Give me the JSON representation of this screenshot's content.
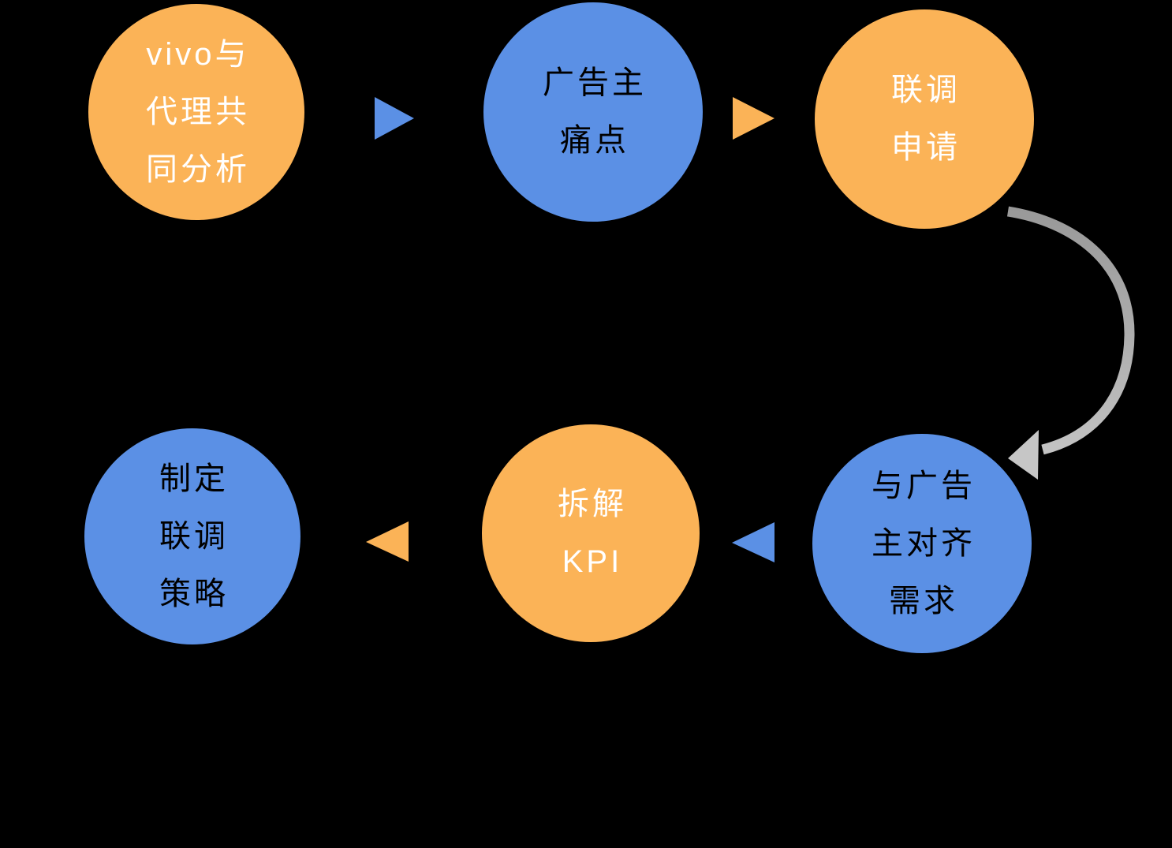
{
  "page": {
    "background": "#000000",
    "description": "vivo joint-tuning workflow diagram"
  },
  "colors": {
    "orange": "#FBB357",
    "blue": "#5B90E5",
    "text_on_orange": "#FFFFFF",
    "text_on_blue": "#000000",
    "arc_gradient_start": "#979797",
    "arc_gradient_end": "#C6C6C6",
    "arrowhead_gray": "#C6C6C6"
  },
  "diagram": {
    "nodes": [
      {
        "id": "vivo-agency-joint-analysis",
        "color": "orange",
        "lines": [
          "vivo与",
          "代理共",
          "同分析"
        ]
      },
      {
        "id": "advertiser-pain-points",
        "color": "blue",
        "lines": [
          "广告主",
          "痛点"
        ]
      },
      {
        "id": "joint-tuning-application",
        "color": "orange",
        "lines": [
          "联调",
          "申请"
        ]
      },
      {
        "id": "align-needs-with-advertiser",
        "color": "blue",
        "lines": [
          "与广告",
          "主对齐",
          "需求"
        ]
      },
      {
        "id": "decompose-kpi",
        "color": "orange",
        "lines": [
          "拆解",
          "KPI"
        ]
      },
      {
        "id": "formulate-joint-tuning-strategy",
        "color": "blue",
        "lines": [
          "制定",
          "联调",
          "策略"
        ]
      }
    ],
    "connectors": [
      {
        "from": "vivo-agency-joint-analysis",
        "to": "advertiser-pain-points",
        "style": "blue-triangle-right"
      },
      {
        "from": "advertiser-pain-points",
        "to": "joint-tuning-application",
        "style": "orange-triangle-right"
      },
      {
        "from": "joint-tuning-application",
        "to": "align-needs-with-advertiser",
        "style": "gray-curved-arrow"
      },
      {
        "from": "align-needs-with-advertiser",
        "to": "decompose-kpi",
        "style": "blue-triangle-left"
      },
      {
        "from": "decompose-kpi",
        "to": "formulate-joint-tuning-strategy",
        "style": "orange-triangle-left"
      }
    ]
  }
}
